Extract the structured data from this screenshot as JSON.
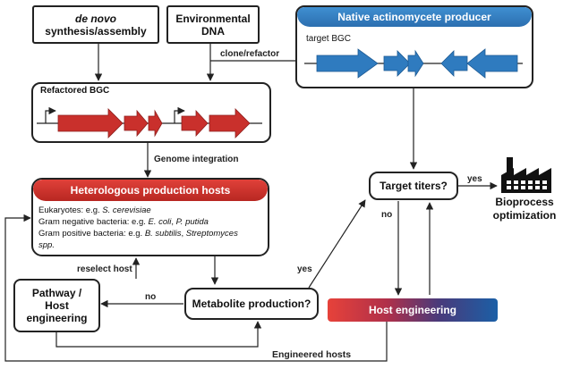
{
  "synthesis": {
    "line1": "de novo",
    "line2": "synthesis/assembly"
  },
  "env_dna": {
    "line1": "Environmental",
    "line2": "DNA"
  },
  "native": {
    "title": "Native actinomycete producer",
    "bgc_label": "target BGC"
  },
  "clone_label": "clone/refactor",
  "refactored": {
    "title": "Refactored BGC"
  },
  "genome_integration": "Genome integration",
  "hosts": {
    "title": "Heterologous production hosts",
    "line1_prefix": "Eukaryotes: e.g. ",
    "line1_species": "S. cerevisiae",
    "line2_prefix": "Gram negative bacteria: e.g. ",
    "line2_sp1": "E. coli",
    "line2_sep": ", ",
    "line2_sp2": "P. putida",
    "line3_prefix": "Gram positive bacteria: e.g. ",
    "line3_sp1": "B. subtilis",
    "line3_sep": ", ",
    "line3_sp2": "Streptomyces",
    "line4": "spp."
  },
  "target_titers": "Target titers?",
  "yes_label_1": "yes",
  "yes_label_2": "yes",
  "no_label_1": "no",
  "no_label_2": "no",
  "reselect_host": "reselect host",
  "bioprocess": {
    "line1": "Bioprocess",
    "line2": "optimization"
  },
  "pathway": {
    "line1": "Pathway /",
    "line2": "Host",
    "line3": "engineering"
  },
  "metabolite": "Metabolite production?",
  "host_engineering": "Host engineering",
  "engineered_hosts": "Engineered hosts",
  "colors": {
    "red": "#c9302c",
    "blue": "#2f7bbf",
    "dark": "#222222"
  }
}
